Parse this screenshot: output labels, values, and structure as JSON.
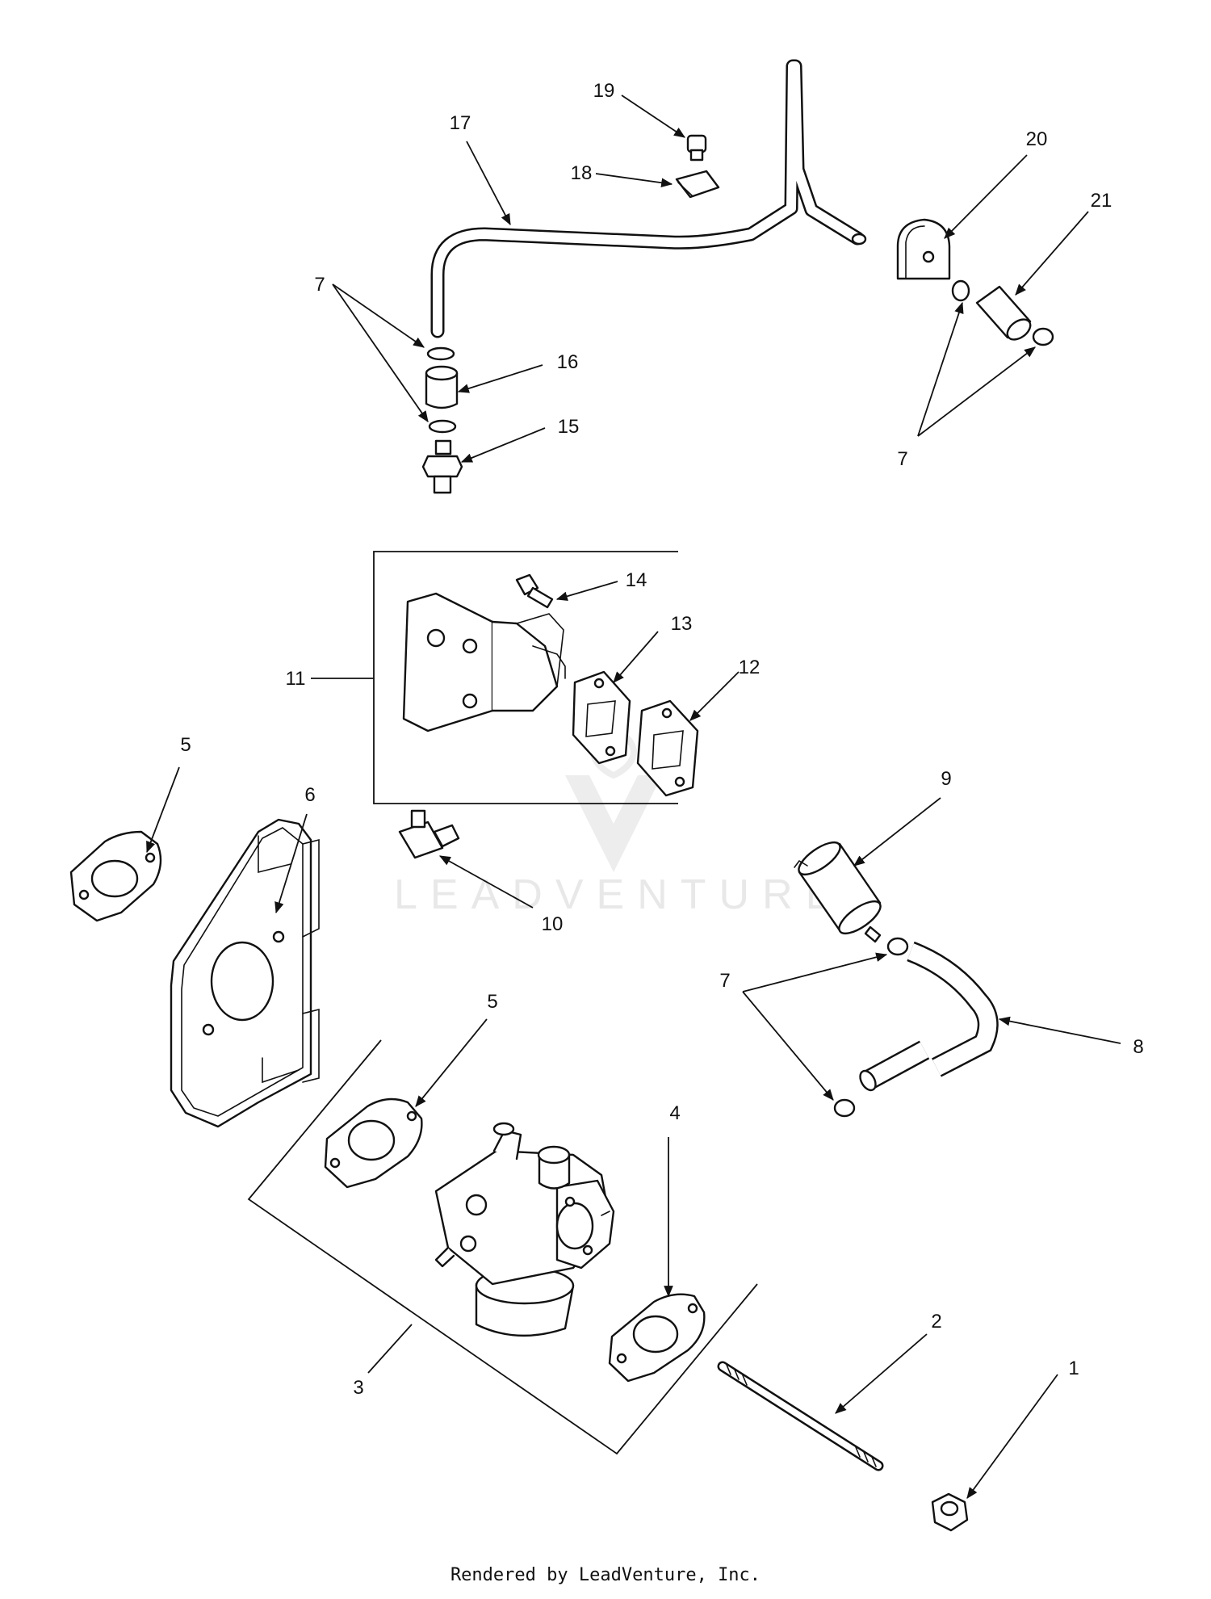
{
  "footer": "Rendered by LeadVenture, Inc.",
  "watermark": "LEADVENTURE",
  "callouts": [
    {
      "id": "c19",
      "text": "19"
    },
    {
      "id": "c17",
      "text": "17"
    },
    {
      "id": "c18",
      "text": "18"
    },
    {
      "id": "c20",
      "text": "20"
    },
    {
      "id": "c21",
      "text": "21"
    },
    {
      "id": "c7a",
      "text": "7"
    },
    {
      "id": "c16",
      "text": "16"
    },
    {
      "id": "c15",
      "text": "15"
    },
    {
      "id": "c7b",
      "text": "7"
    },
    {
      "id": "c14",
      "text": "14"
    },
    {
      "id": "c13",
      "text": "13"
    },
    {
      "id": "c12",
      "text": "12"
    },
    {
      "id": "c11",
      "text": "11"
    },
    {
      "id": "c5a",
      "text": "5"
    },
    {
      "id": "c6",
      "text": "6"
    },
    {
      "id": "c9",
      "text": "9"
    },
    {
      "id": "c10",
      "text": "10"
    },
    {
      "id": "c7c",
      "text": "7"
    },
    {
      "id": "c8",
      "text": "8"
    },
    {
      "id": "c5b",
      "text": "5"
    },
    {
      "id": "c4",
      "text": "4"
    },
    {
      "id": "c2",
      "text": "2"
    },
    {
      "id": "c1",
      "text": "1"
    },
    {
      "id": "c3",
      "text": "3"
    }
  ]
}
